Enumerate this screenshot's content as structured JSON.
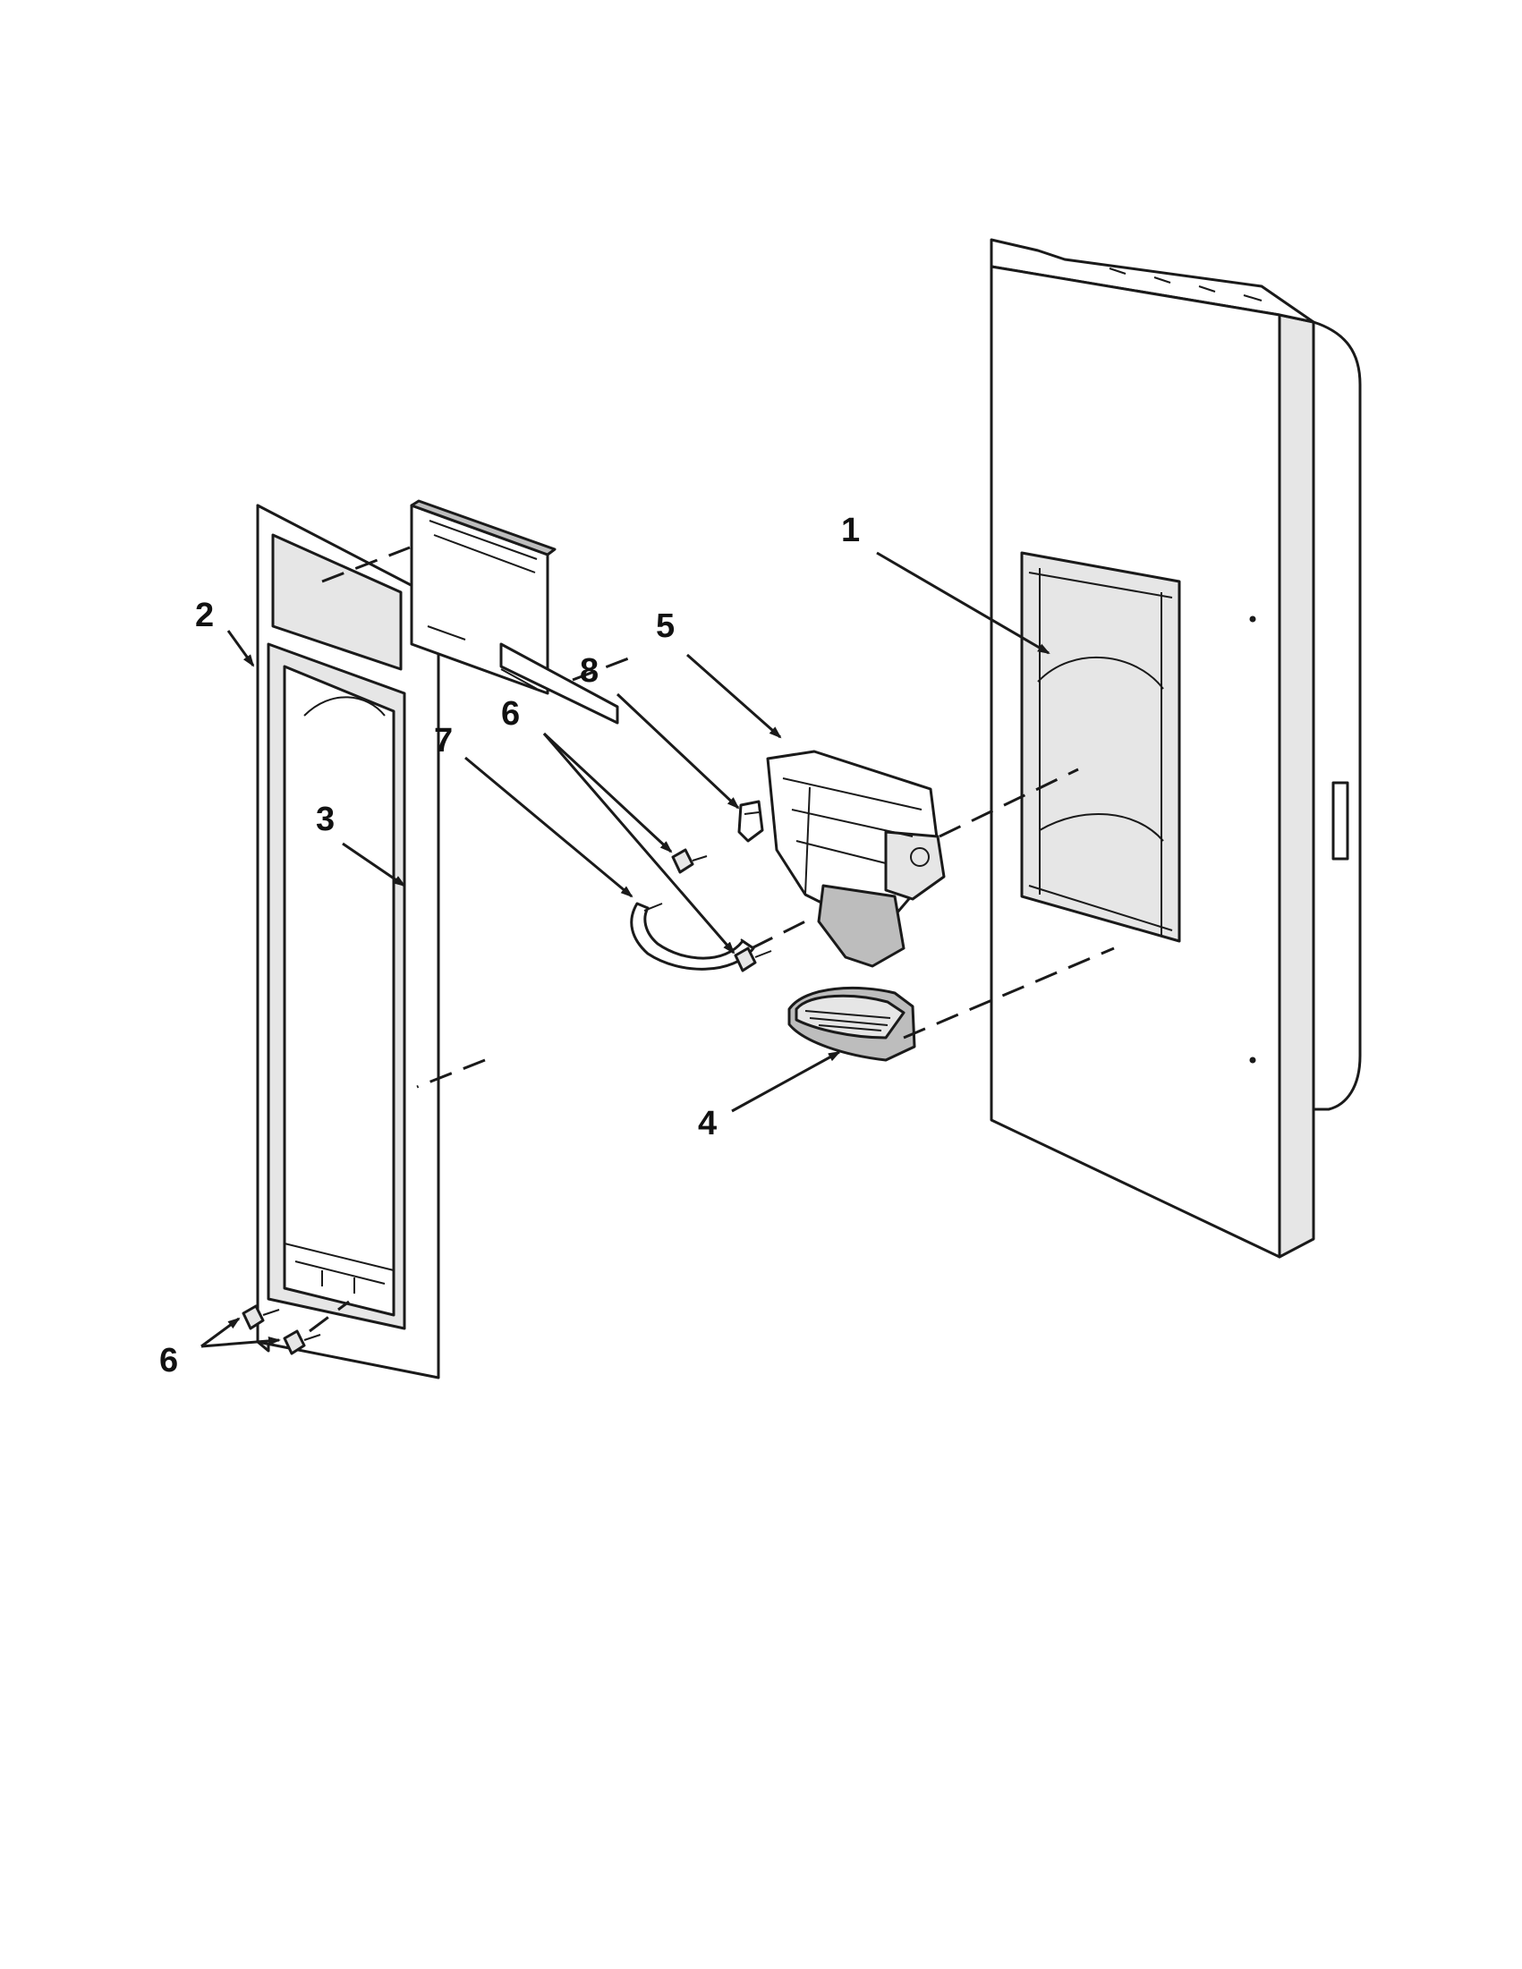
{
  "diagram": {
    "callouts": {
      "part_1": "1",
      "part_2": "2",
      "part_3": "3",
      "part_4": "4",
      "part_5": "5",
      "part_6_top": "6",
      "part_6_bottom": "6",
      "part_7": "7",
      "part_8": "8"
    },
    "colors": {
      "line": "#1a1a1a",
      "part_fill": "#e6e6e6",
      "background": "#ffffff"
    }
  }
}
